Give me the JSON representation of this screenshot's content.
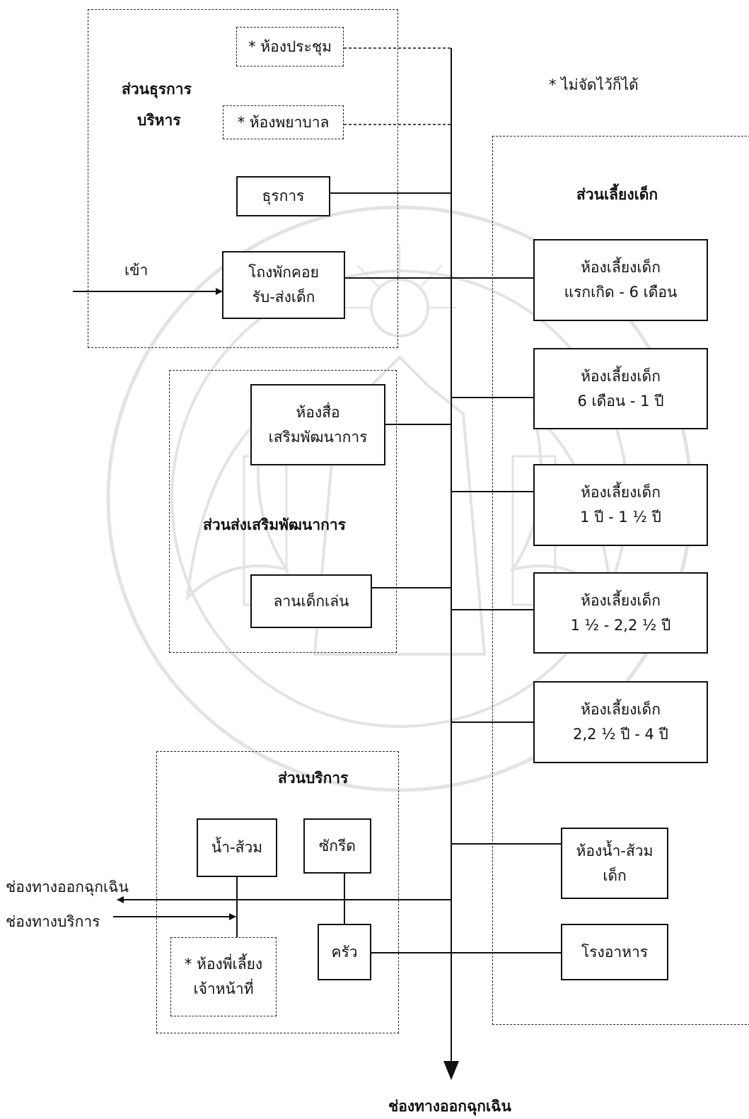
{
  "note": "* ไม่จัดไว้ก็ได้",
  "zones": {
    "admin": {
      "title_lines": [
        "ส่วนธุรการ",
        "บริหาร"
      ]
    },
    "development": {
      "title": "ส่วนส่งเสริมพัฒนาการ"
    },
    "service": {
      "title": "ส่วนบริการ"
    },
    "childcare": {
      "title": "ส่วนเลี้ยงเด็ก"
    }
  },
  "boxes": {
    "meeting_room": [
      "* ห้องประชุม"
    ],
    "nurse_room": [
      "* ห้องพยาบาล"
    ],
    "office": [
      "ธุรการ"
    ],
    "waiting_hall": [
      "โถงพักคอย",
      "รับ-ส่งเด็ก"
    ],
    "media_room": [
      "ห้องสื่อ",
      "เสริมพัฒนาการ"
    ],
    "playground": [
      "ลานเด็กเล่น"
    ],
    "restroom": [
      "น้ำ-ส้วม"
    ],
    "laundry": [
      "ซักรีด"
    ],
    "staff_room": [
      "* ห้องพี่เลี้ยง",
      "เจ้าหน้าที่"
    ],
    "kitchen": [
      "ครัว"
    ],
    "nursery_newborn": [
      "ห้องเลี้ยงเด็ก",
      "แรกเกิด - 6 เดือน"
    ],
    "nursery_6m_1y": [
      "ห้องเลี้ยงเด็ก",
      "6 เดือน - 1 ปี"
    ],
    "nursery_1y_1_5y": [
      "ห้องเลี้ยงเด็ก",
      "1 ปี - 1 ½ ปี"
    ],
    "nursery_1_5y_2_5y": [
      "ห้องเลี้ยงเด็ก",
      "1 ½ - 2,2 ½ ปี"
    ],
    "nursery_2_5y_4y": [
      "ห้องเลี้ยงเด็ก",
      "2,2 ½ ปี - 4 ปี"
    ],
    "child_restroom": [
      "ห้องน้ำ-ส้วม",
      "เด็ก"
    ],
    "dining_hall": [
      "โรงอาหาร"
    ]
  },
  "labels": {
    "entrance": "เข้า",
    "emergency_exit_side": "ช่องทางออกฉุกเฉิน",
    "service_entrance": "ช่องทางบริการ",
    "emergency_exit_bottom": "ช่องทางออกฉุกเฉิน"
  }
}
